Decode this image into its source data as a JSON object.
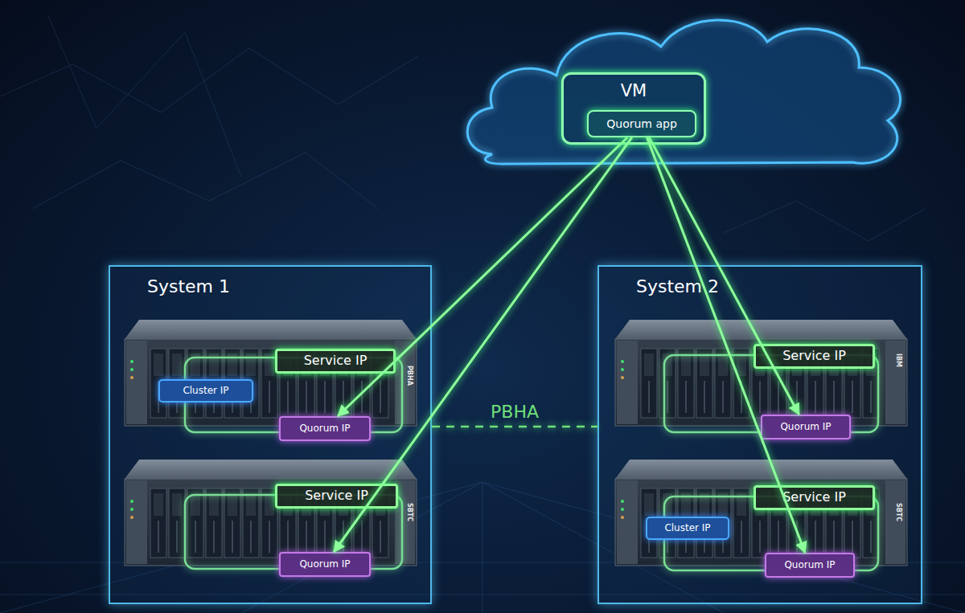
{
  "diagram": {
    "nodes": [
      {
        "text": [
          "VM"
        ]
      },
      {
        "text": [
          "Quorum app"
        ],
        "in": 0
      },
      {
        "text": [
          "System 1"
        ]
      },
      {
        "text": [
          "Service IP"
        ],
        "in": 2
      },
      {
        "text": [
          "Cluster IP"
        ],
        "in": 2
      },
      {
        "text": [
          "Quorum IP"
        ],
        "in": 2
      },
      {
        "text": [
          "Service IP"
        ],
        "in": 2
      },
      {
        "text": [
          "Quorum IP"
        ],
        "in": 2
      },
      {
        "text": [
          "System 2"
        ]
      },
      {
        "text": [
          "Service IP"
        ],
        "in": 8
      },
      {
        "text": [
          "Quorum IP"
        ],
        "in": 8
      },
      {
        "text": [
          "Service IP"
        ],
        "in": 8
      },
      {
        "text": [
          "Cluster IP"
        ],
        "in": 8
      },
      {
        "text": [
          "Quorum IP"
        ],
        "in": 8
      }
    ],
    "edges": [
      {
        "from": 1,
        "to": 5,
        "arrow": "to"
      },
      {
        "from": 1,
        "to": 7,
        "arrow": "to"
      },
      {
        "from": 1,
        "to": 10,
        "arrow": "to"
      },
      {
        "from": 1,
        "to": 13,
        "arrow": "to"
      },
      {
        "from": 2,
        "to": 8,
        "label": "PBHA",
        "arrow": "none"
      }
    ],
    "labels": [
      "PBHA",
      "SBTC",
      "IBM",
      "SBTC"
    ]
  }
}
